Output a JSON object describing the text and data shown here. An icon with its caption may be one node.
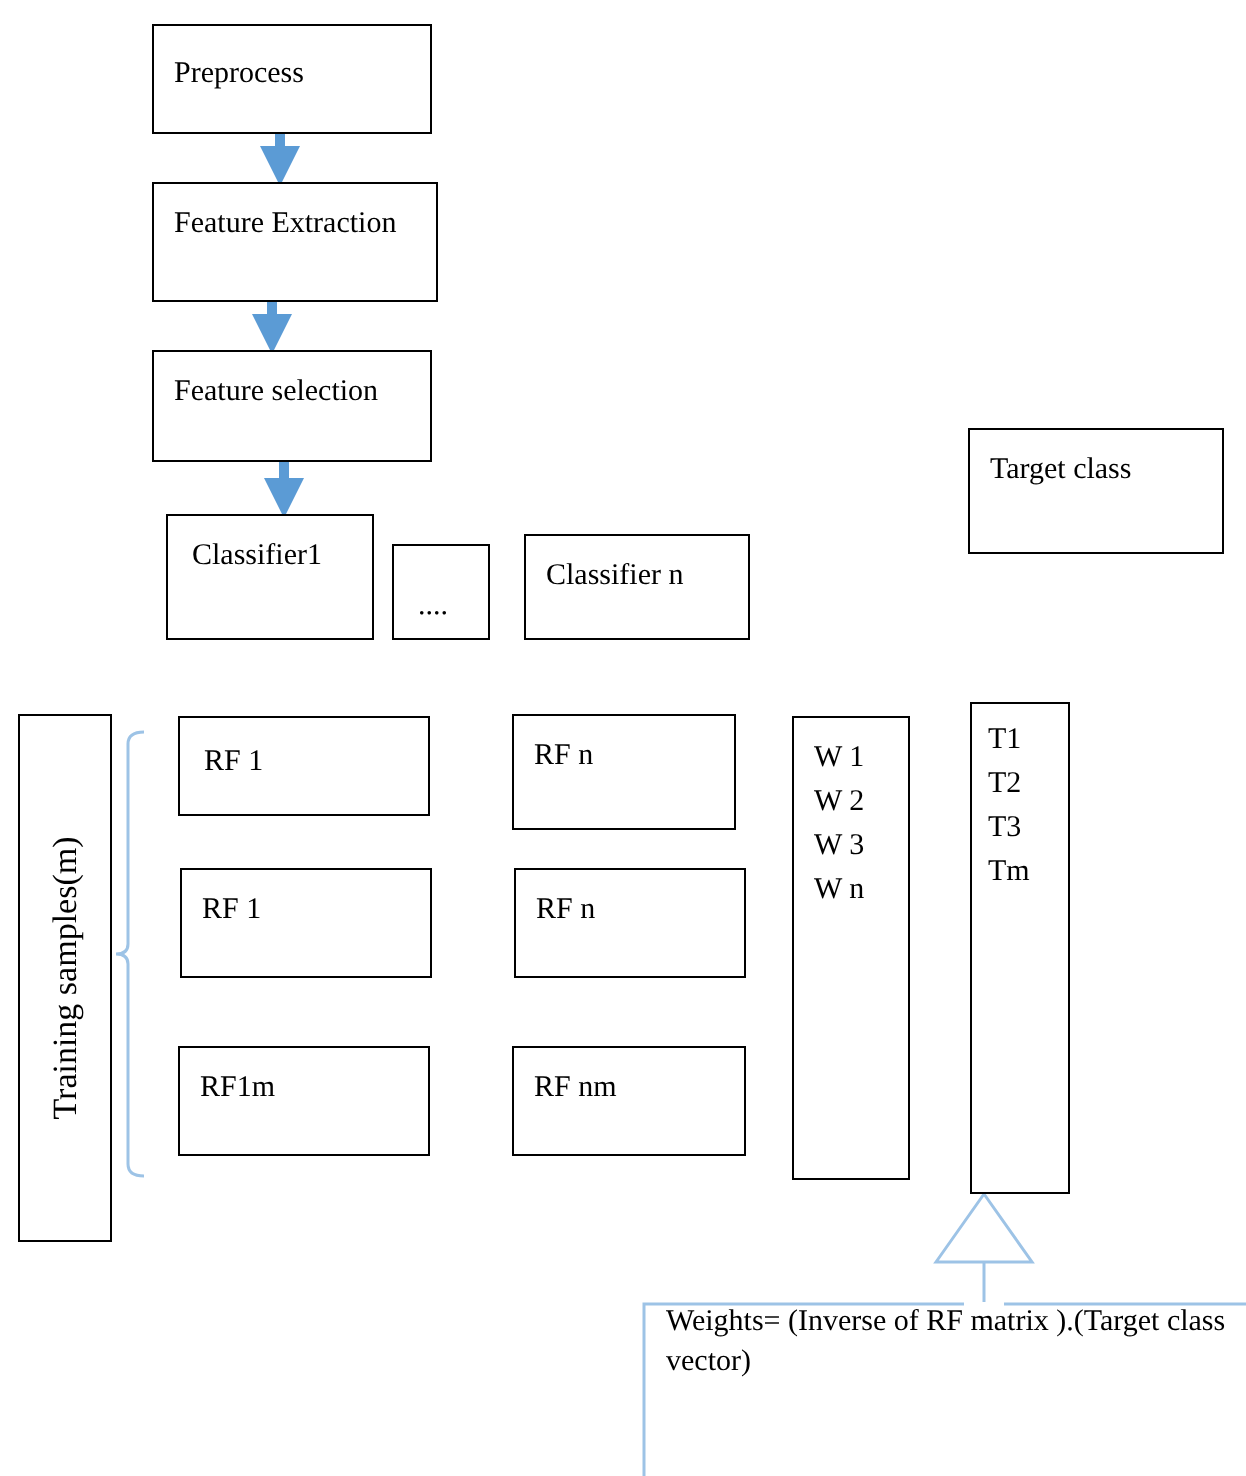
{
  "diagram": {
    "nodes": [
      {
        "text": [
          "Preprocess"
        ]
      },
      {
        "text": [
          "Feature Extraction"
        ]
      },
      {
        "text": [
          "Feature selection"
        ]
      },
      {
        "text": [
          "Classifier1"
        ]
      },
      {
        "text": [
          "...."
        ]
      },
      {
        "text": [
          "Classifier n"
        ]
      },
      {
        "text": [
          "Target class"
        ]
      },
      {
        "text": [
          "Training  samples(m)"
        ]
      },
      {
        "text": [
          "RF 1"
        ]
      },
      {
        "text": [
          "RF n"
        ]
      },
      {
        "text": [
          "RF 1"
        ]
      },
      {
        "text": [
          "RF n"
        ]
      },
      {
        "text": [
          "RF1m"
        ]
      },
      {
        "text": [
          "RF nm"
        ]
      },
      {
        "text": [
          "W 1",
          "W 2",
          "W 3",
          "W n"
        ]
      },
      {
        "text": [
          "T1",
          "T2",
          "T3",
          "Tm"
        ]
      },
      {
        "text": [
          "Weights= (Inverse of RF matrix ).(Target class vector)"
        ]
      }
    ],
    "edges": [
      {
        "from": 0,
        "to": 1,
        "arrow": "to"
      },
      {
        "from": 1,
        "to": 2,
        "arrow": "to"
      },
      {
        "from": 2,
        "to": 3,
        "arrow": "to"
      },
      {
        "from": 16,
        "to": 15,
        "arrow": "to",
        "color": "#9dc3e6"
      }
    ]
  }
}
